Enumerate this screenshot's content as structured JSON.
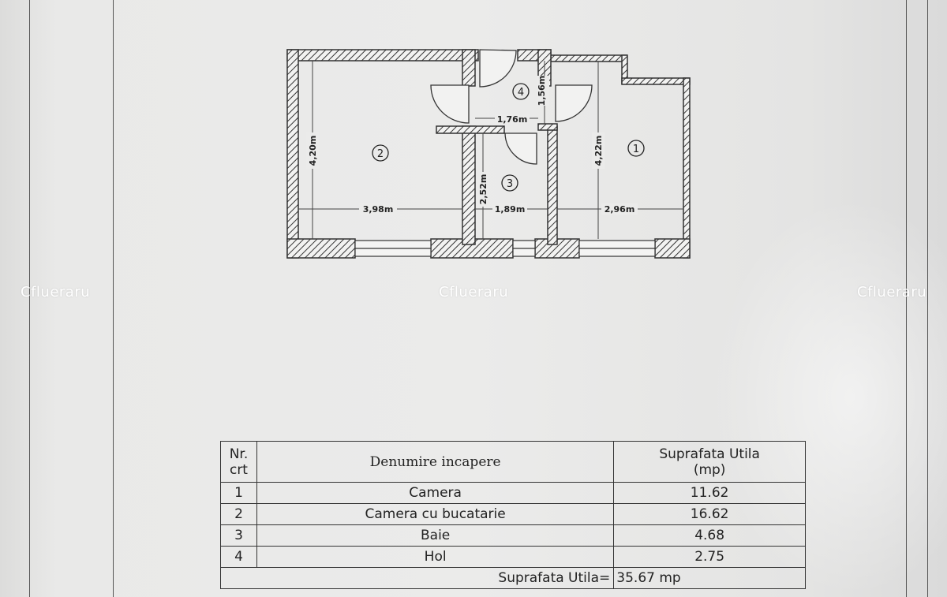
{
  "watermark": "Cflueraru",
  "plan": {
    "rooms": [
      "1",
      "2",
      "3",
      "4"
    ],
    "dimensions": {
      "room2_width": "3,98m",
      "room2_height": "4,20m",
      "room3_width": "1,89m",
      "room3_height": "2,52m",
      "hall_width": "1,76m",
      "hall_height": "1,56m",
      "room1_width": "2,96m",
      "room1_height": "4,22m"
    }
  },
  "table": {
    "headers": {
      "nr": [
        "Nr.",
        "crt"
      ],
      "name": "Denumire incapere",
      "area": [
        "Suprafata Utila",
        "(mp)"
      ]
    },
    "rows": [
      {
        "nr": "1",
        "name": "Camera",
        "area": "11.62"
      },
      {
        "nr": "2",
        "name": "Camera cu bucatarie",
        "area": "16.62"
      },
      {
        "nr": "3",
        "name": "Baie",
        "area": "4.68"
      },
      {
        "nr": "4",
        "name": "Hol",
        "area": "2.75"
      }
    ],
    "total_label": "Suprafata Utila=",
    "total_value": "35.67 mp"
  }
}
